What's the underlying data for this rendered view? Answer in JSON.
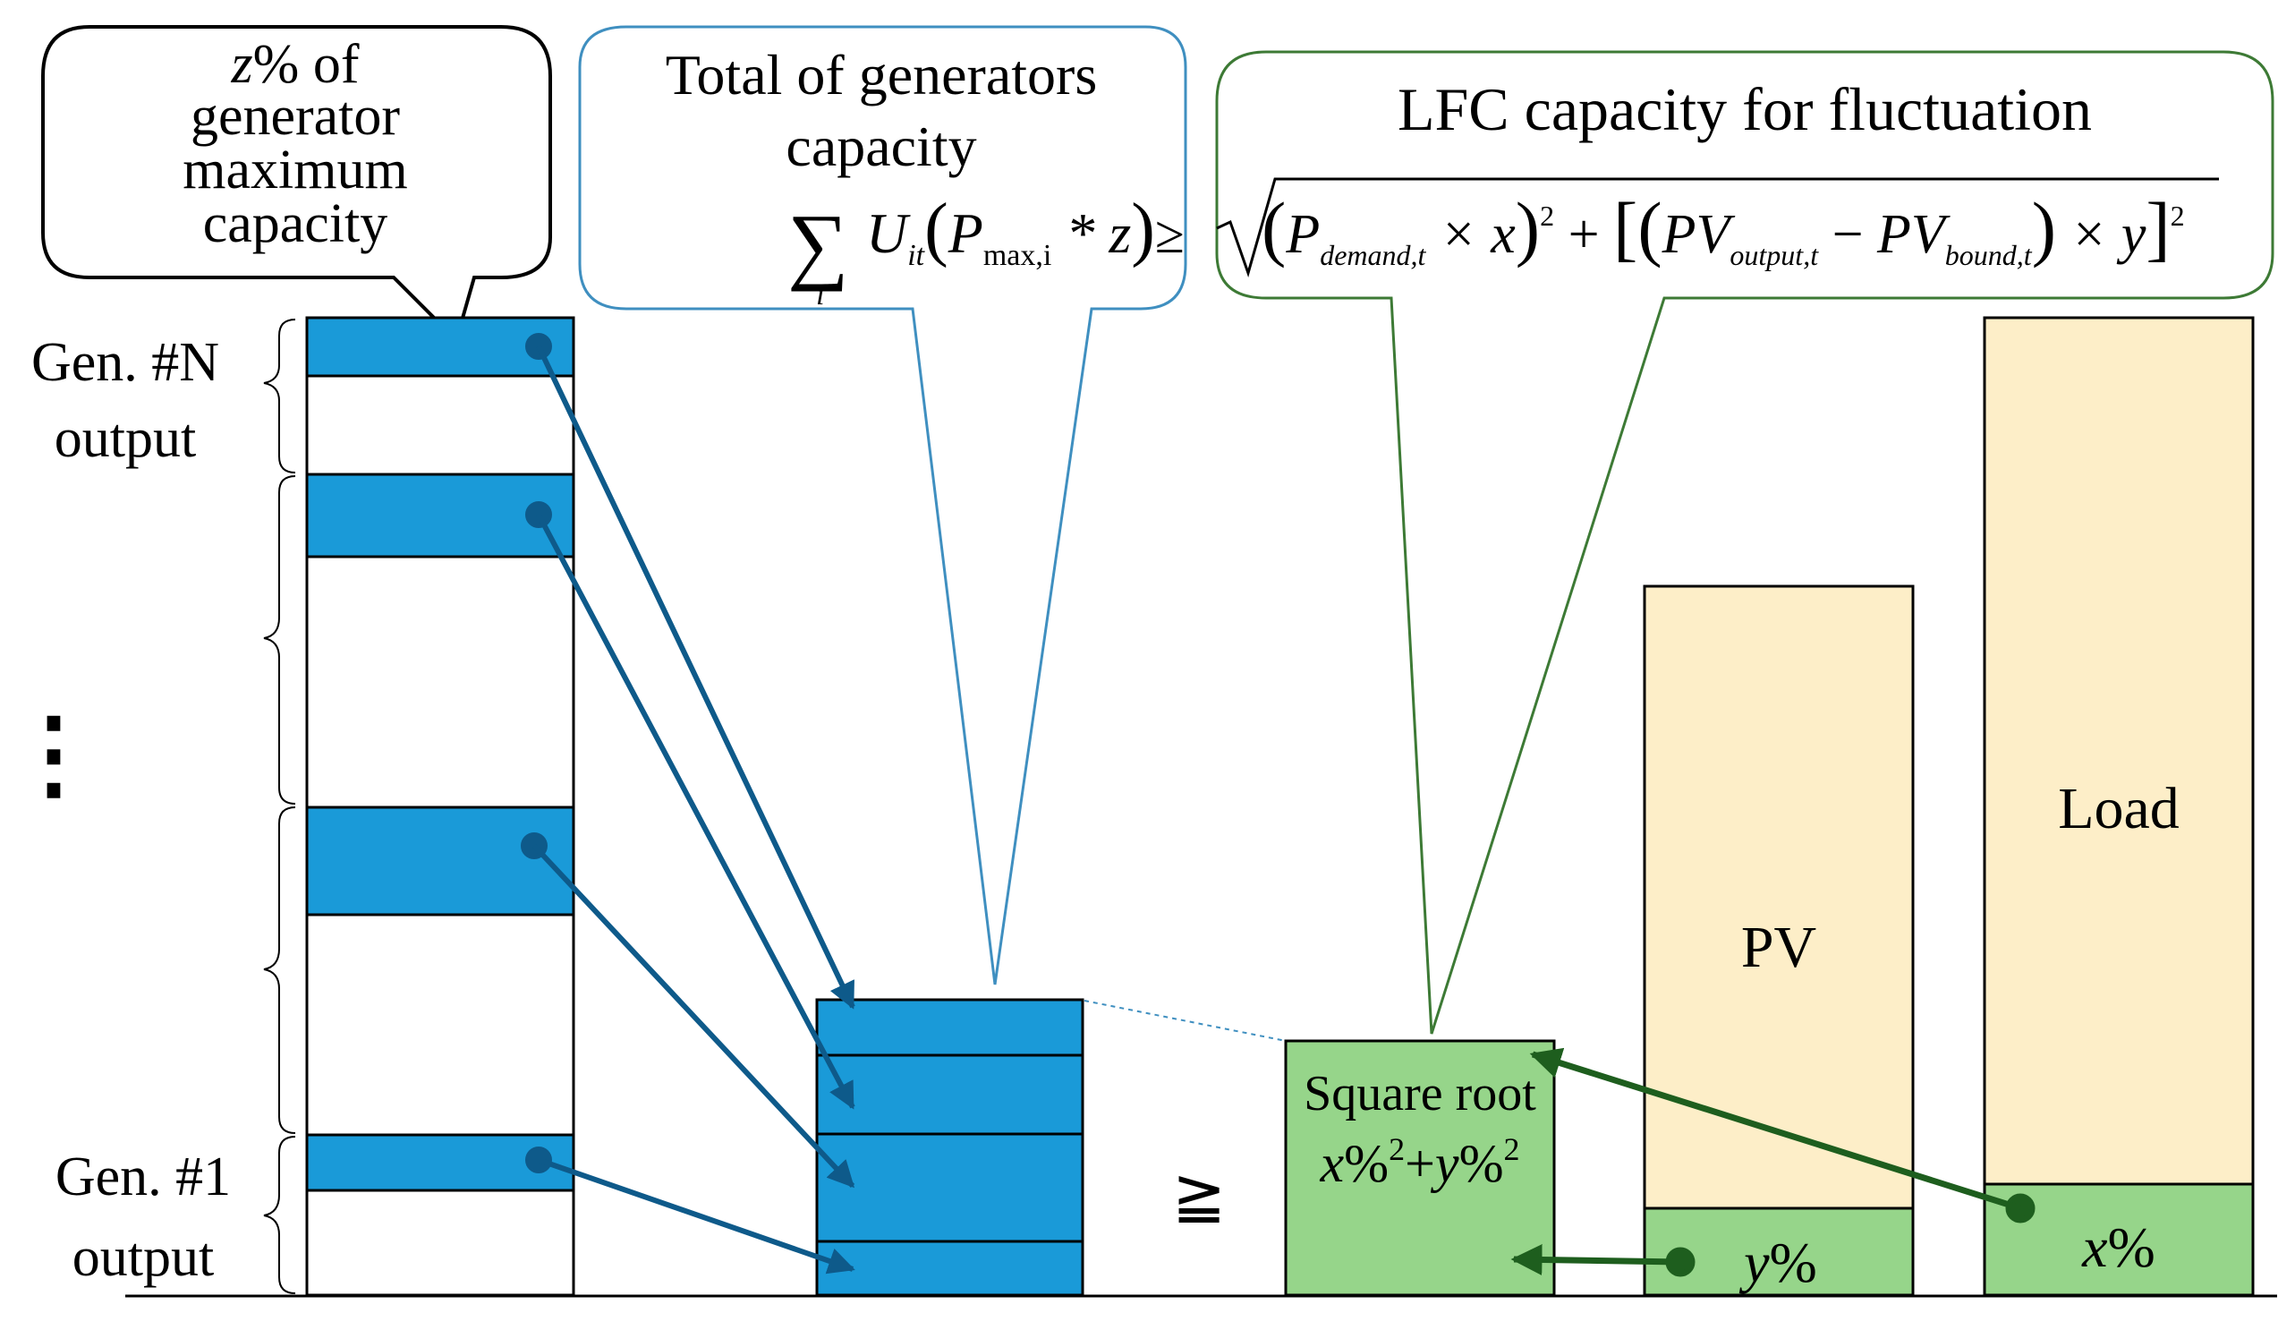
{
  "callouts": {
    "z_line1_italic": "z",
    "z_line1_rest": "% of",
    "z_line2": "generator",
    "z_line3": "maximum",
    "z_line4": "capacity",
    "total_line1": "Total of generators",
    "total_line2": "capacity",
    "lfc_title": "LFC capacity for fluctuation"
  },
  "formula": {
    "sum_symbol": "∑",
    "sum_index": "i",
    "U": "U",
    "U_sub": "it",
    "open_paren": "(",
    "P": "P",
    "P_sub": "max,i",
    "times_z": " * z",
    "close_paren": ")",
    "geq": "≥",
    "rhs_open": "(",
    "P_demand": "P",
    "P_demand_sub": "demand,t",
    "times_x": " × x",
    "rhs_close": ")",
    "sq": "2",
    "plus": " + ",
    "bracket_open": "[",
    "paren2_open": "(",
    "PV_output": "PV",
    "PV_output_sub": "output,t",
    "minus": " − ",
    "PV_bound": "PV",
    "PV_bound_sub": "bound,t",
    "paren2_close": ")",
    "times_y": " × y",
    "bracket_close": "]",
    "sq2": "2"
  },
  "labels": {
    "genN_line1": "Gen. #N",
    "genN_line2": "output",
    "gen1_line1": "Gen. #1",
    "gen1_line2": "output",
    "ellipsis": "⋮",
    "geq_symbol": "≧",
    "sqrt_line1": "Square root",
    "sqrt_x": "x",
    "sqrt_pct1": "%",
    "sqrt_sup1": "2",
    "sqrt_plus": "+",
    "sqrt_y": "y",
    "sqrt_pct2": "%",
    "sqrt_sup2": "2",
    "pv": "PV",
    "load": "Load",
    "y_var": "y",
    "y_pct": "%",
    "x_var": "x",
    "x_pct": "%"
  },
  "colors": {
    "generator_blue": "#1a9ad8",
    "arrow_blue": "#0e5a8a",
    "green_fill": "#96d58a",
    "green_dark": "#1e5e1e",
    "cream": "#fdeec8",
    "callout_blue": "#3f8fc0",
    "callout_green": "#3d7a35"
  }
}
